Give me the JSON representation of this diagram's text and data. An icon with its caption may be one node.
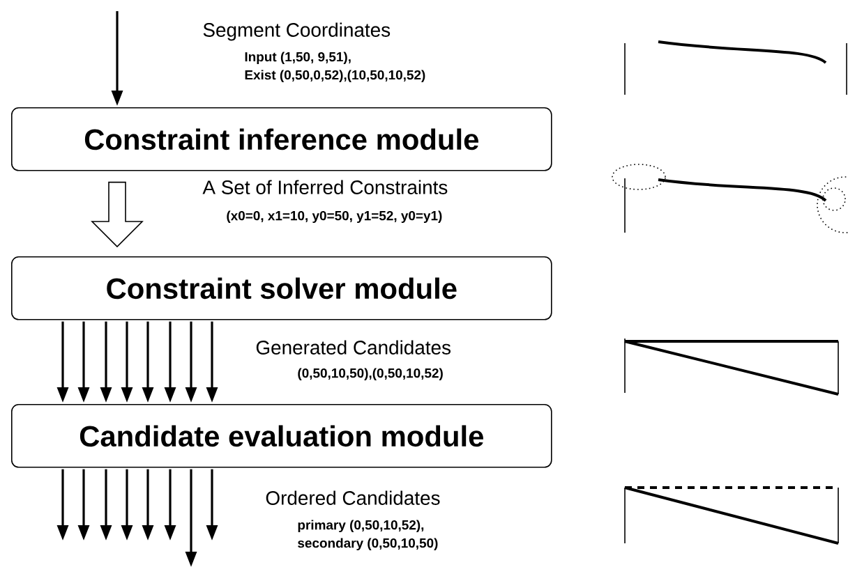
{
  "diagram": {
    "nodes": [
      {
        "text": [
          "Constraint inference module"
        ]
      },
      {
        "text": [
          "Constraint solver module"
        ]
      },
      {
        "text": [
          "Candidate evaluation module"
        ]
      }
    ],
    "edges": [
      {
        "from": null,
        "to": 0,
        "arrow": "to"
      },
      {
        "from": 0,
        "to": 1,
        "arrow": "to"
      },
      {
        "from": 1,
        "to": 2,
        "arrow": "to"
      },
      {
        "from": 1,
        "to": 2,
        "arrow": "to"
      },
      {
        "from": 1,
        "to": 2,
        "arrow": "to"
      },
      {
        "from": 1,
        "to": 2,
        "arrow": "to"
      },
      {
        "from": 1,
        "to": 2,
        "arrow": "to"
      },
      {
        "from": 1,
        "to": 2,
        "arrow": "to"
      },
      {
        "from": 1,
        "to": 2,
        "arrow": "to"
      },
      {
        "from": 1,
        "to": 2,
        "arrow": "to"
      },
      {
        "from": 2,
        "to": null,
        "arrow": "to"
      },
      {
        "from": 2,
        "to": null,
        "arrow": "to"
      },
      {
        "from": 2,
        "to": null,
        "arrow": "to"
      },
      {
        "from": 2,
        "to": null,
        "arrow": "to"
      },
      {
        "from": 2,
        "to": null,
        "arrow": "to"
      },
      {
        "from": 2,
        "to": null,
        "arrow": "to"
      },
      {
        "from": 2,
        "to": null,
        "arrow": "to"
      },
      {
        "from": 2,
        "to": null,
        "arrow": "to"
      }
    ],
    "labels": [
      "Segment Coordinates",
      "Input (1,50, 9,51),",
      "Exist (0,50,0,52),(10,50,10,52)",
      "A Set of Inferred Constraints",
      "(x0=0, x1=10, y0=50, y1=52, y0=y1)",
      "Generated Candidates",
      "(0,50,10,50),(0,50,10,52)",
      "Ordered Candidates",
      "primary (0,50,10,52),",
      "secondary (0,50,10,50)"
    ]
  }
}
